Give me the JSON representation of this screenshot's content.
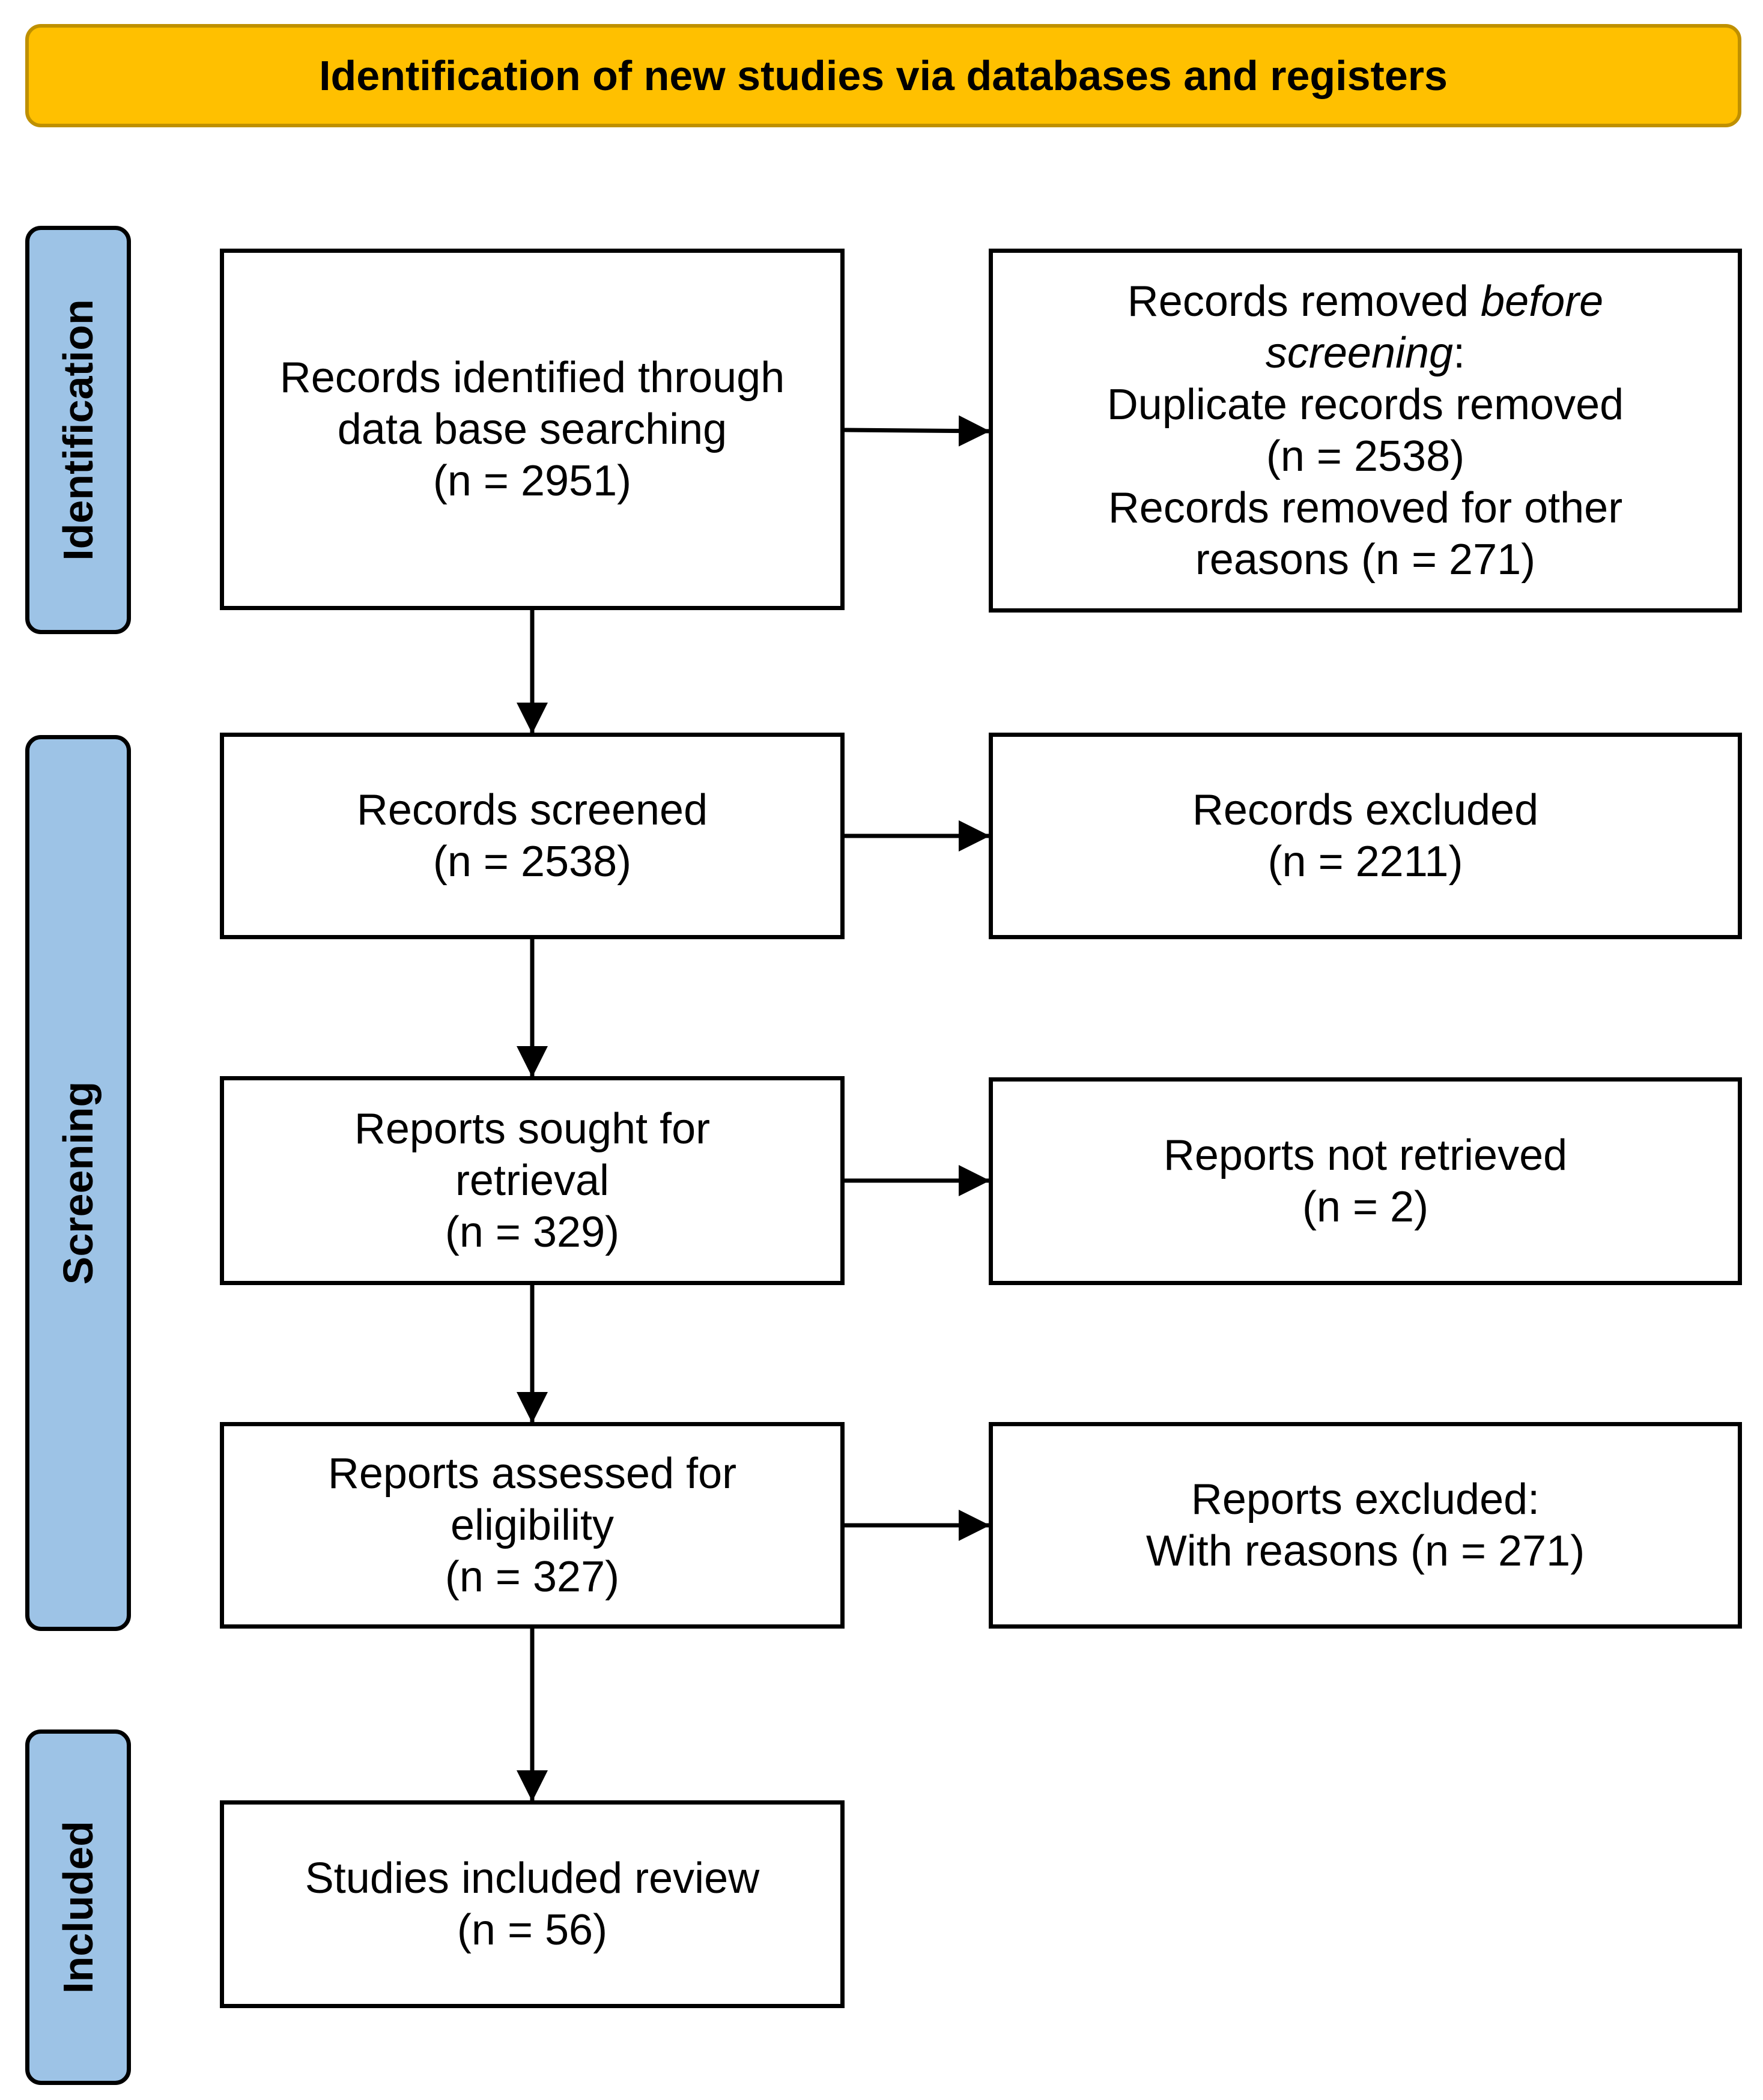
{
  "header": {
    "title": "Identification of new studies via databases and registers"
  },
  "phases": {
    "identification": "Identification",
    "screening": "Screening",
    "included": "Included"
  },
  "boxes": {
    "identified": {
      "line1": "Records identified through",
      "line2": "data base searching",
      "line3": "(n = 2951)"
    },
    "removed": {
      "line1_a": "Records removed ",
      "line1_b": "before",
      "line2_a": "screening",
      "line2_b": ":",
      "line3": "Duplicate records removed",
      "line4": "(n = 2538)",
      "line5": "Records removed for other",
      "line6": "reasons (n = 271)"
    },
    "screened": {
      "line1": "Records screened",
      "line2": "(n = 2538)"
    },
    "excluded": {
      "line1": "Records excluded",
      "line2": "(n = 2211)"
    },
    "sought": {
      "line1": "Reports sought for",
      "line2": "retrieval",
      "line3": "(n = 329)"
    },
    "not_retrieved": {
      "line1": "Reports not retrieved",
      "line2": "(n = 2)"
    },
    "assessed": {
      "line1": "Reports assessed for",
      "line2": "eligibility",
      "line3": "(n = 327)"
    },
    "reports_excluded": {
      "line1": "Reports excluded:",
      "line2": "With reasons (n = 271)"
    },
    "included": {
      "line1": "Studies included review",
      "line2": "(n = 56)"
    }
  },
  "colors": {
    "header_fill": "#FFC000",
    "header_border": "#BF9000",
    "phase_fill": "#9DC3E6",
    "box_border": "#000000"
  }
}
